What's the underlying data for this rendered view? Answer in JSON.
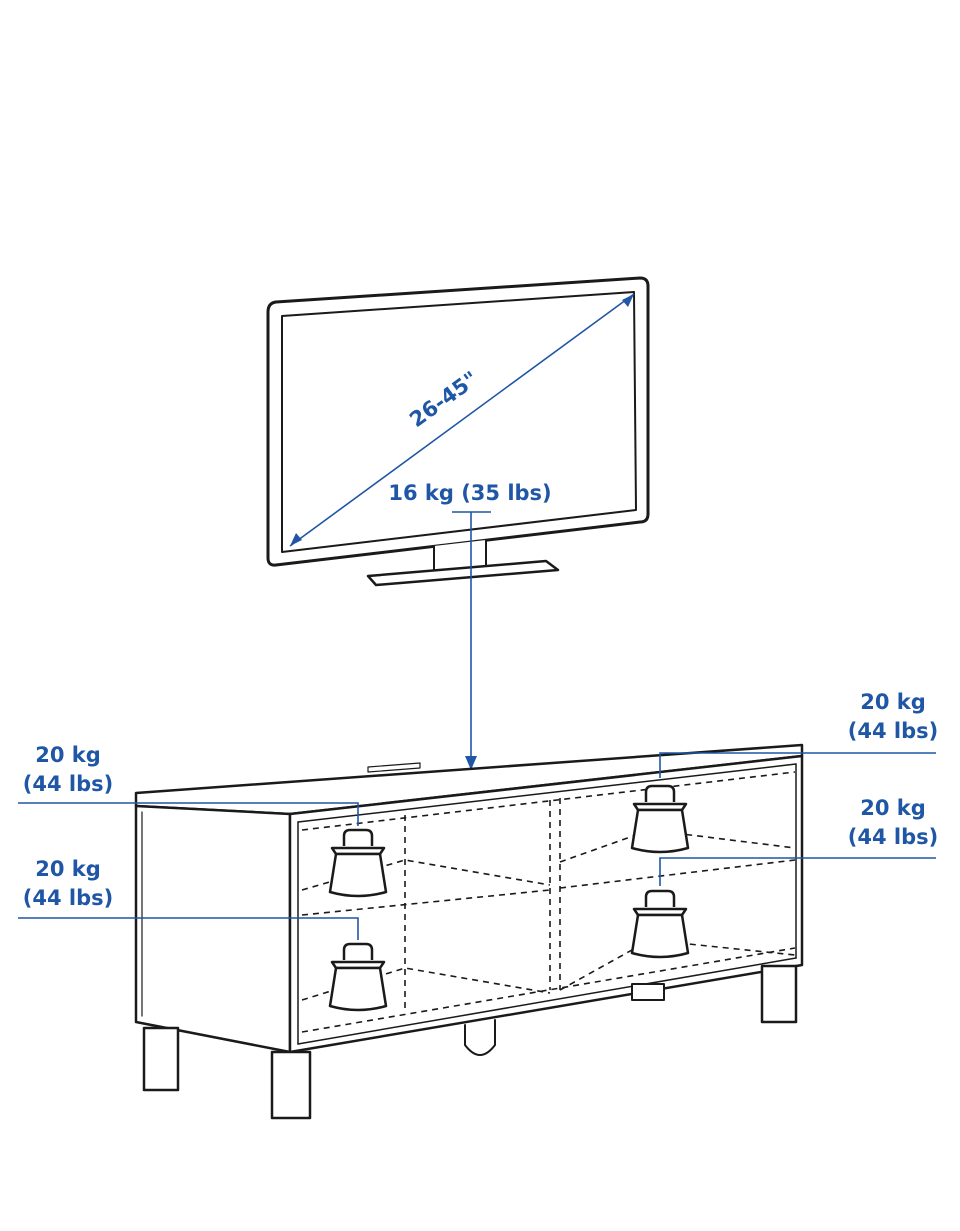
{
  "tv": {
    "diagonal_label": "26-45\"",
    "weight_label": "16 kg (35 lbs)"
  },
  "shelves": {
    "top_right": {
      "kg": "20 kg",
      "lbs": "(44 lbs)"
    },
    "top_left": {
      "kg": "20 kg",
      "lbs": "(44 lbs)"
    },
    "bottom_right": {
      "kg": "20 kg",
      "lbs": "(44 lbs)"
    },
    "bottom_left": {
      "kg": "20 kg",
      "lbs": "(44 lbs)"
    }
  },
  "colors": {
    "annotation": "#1f56a5",
    "outline": "#1a1a1a",
    "background": "#ffffff"
  }
}
